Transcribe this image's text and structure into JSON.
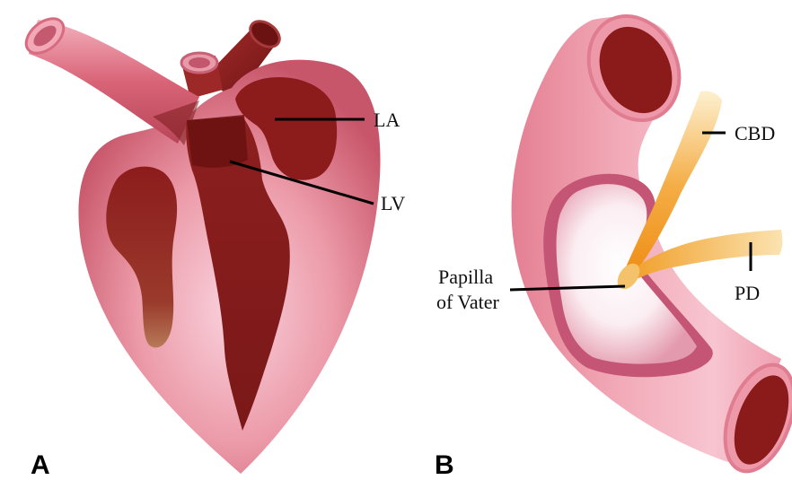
{
  "panels": [
    {
      "letter": "A",
      "labels": {
        "la": "LA",
        "lv": "LV"
      }
    },
    {
      "letter": "B",
      "labels": {
        "cbd": "CBD",
        "pd": "PD",
        "papilla_line1": "Papilla",
        "papilla_line2": "of Vater"
      }
    }
  ],
  "colors": {
    "tissue_pink": "#e9909d",
    "tissue_light": "#f7cfd8",
    "dark_red": "#8c1c1c",
    "rim_pink": "#c9627a",
    "duct_orange": "#f09a20",
    "duct_light": "#fbe3b0"
  }
}
